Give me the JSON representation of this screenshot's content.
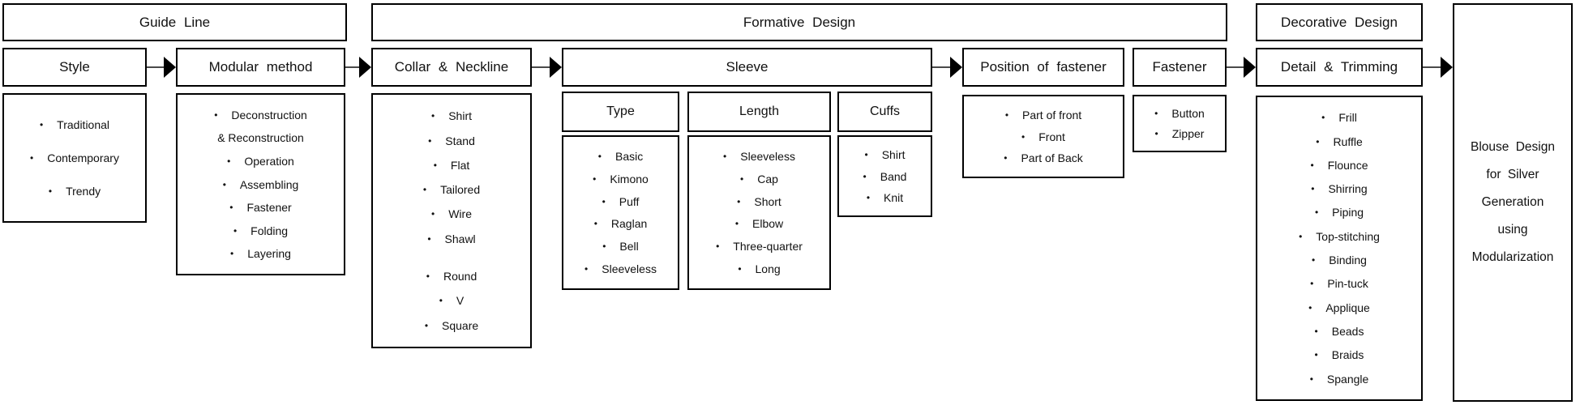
{
  "bullet": "•",
  "headers": {
    "guide_line": "Guide Line",
    "formative_design": "Formative Design",
    "decorative_design": "Decorative Design"
  },
  "style": {
    "label": "Style",
    "items": [
      "Traditional",
      "Contemporary",
      "Trendy"
    ]
  },
  "modular": {
    "label": "Modular method",
    "lines": [
      {
        "bullet": true,
        "text": "Deconstruction"
      },
      {
        "bullet": false,
        "text": "& Reconstruction"
      },
      {
        "bullet": true,
        "text": "Operation"
      },
      {
        "bullet": true,
        "text": "Assembling"
      },
      {
        "bullet": true,
        "text": "Fastener"
      },
      {
        "bullet": true,
        "text": "Folding"
      },
      {
        "bullet": true,
        "text": "Layering"
      }
    ]
  },
  "collar": {
    "label": "Collar & Neckline",
    "collar_items": [
      "Shirt",
      "Stand",
      "Flat",
      "Tailored",
      "Wire",
      "Shawl"
    ],
    "neckline_items": [
      "Round",
      "V",
      "Square"
    ]
  },
  "sleeve": {
    "label": "Sleeve",
    "type": {
      "label": "Type",
      "items": [
        "Basic",
        "Kimono",
        "Puff",
        "Raglan",
        "Bell",
        "Sleeveless"
      ]
    },
    "length": {
      "label": "Length",
      "items": [
        "Sleeveless",
        "Cap",
        "Short",
        "Elbow",
        "Three-quarter",
        "Long"
      ]
    },
    "cuffs": {
      "label": "Cuffs",
      "items": [
        "Shirt",
        "Band",
        "Knit"
      ]
    }
  },
  "position_of_fastener": {
    "label": "Position of fastener",
    "items": [
      "Part of front",
      "Front",
      "Part of Back"
    ]
  },
  "fastener": {
    "label": "Fastener",
    "items": [
      "Button",
      "Zipper"
    ]
  },
  "detail_trimming": {
    "label": "Detail & Trimming",
    "items": [
      "Frill",
      "Ruffle",
      "Flounce",
      "Shirring",
      "Piping",
      "Top-stitching",
      "Binding",
      "Pin-tuck",
      "Applique",
      "Beads",
      "Braids",
      "Spangle"
    ]
  },
  "final": {
    "lines": [
      "Blouse Design",
      "for Silver",
      "Generation",
      "using",
      "Modularization"
    ]
  },
  "colors": {
    "border": "#000000",
    "background": "#ffffff",
    "text": "#111111",
    "arrow_stem": "#4a4a4a",
    "arrow_head": "#000000"
  }
}
